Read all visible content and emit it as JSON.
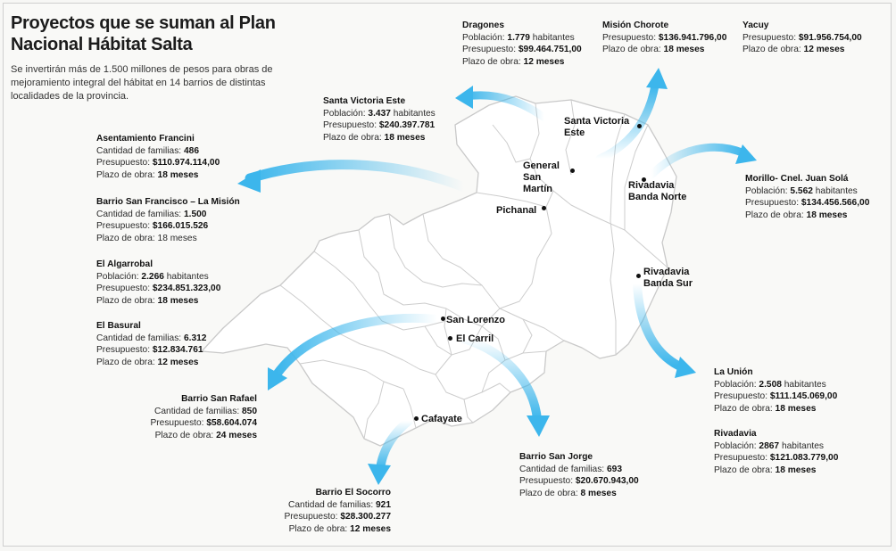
{
  "header": {
    "title": "Proyectos que se suman al Plan Nacional Hábitat Salta",
    "subtitle": "Se invertirán más de 1.500 millones de pesos para obras de mejoramiento integral del hábitat en 14 barrios de distintas localidades de la provincia."
  },
  "colors": {
    "arrow": "#3cb6ec",
    "arrow_light": "#bfe6f8",
    "map_stroke": "#cfcfcf",
    "map_fill": "#ffffff",
    "text": "#1c1c1c"
  },
  "places": {
    "santa_victoria": "Santa Victoria Este",
    "general_san_martin": "General San Martín",
    "pichanal": "Pichanal",
    "rivadavia_norte": "Rivadavia Banda Norte",
    "rivadavia_sur": "Rivadavia Banda Sur",
    "san_lorenzo": "San Lorenzo",
    "el_carril": "El Carril",
    "cafayate": "Cafayate"
  },
  "projects": {
    "dragones": {
      "name": "Dragones",
      "r1_label": "Población:",
      "r1_value": "1.779",
      "r1_suffix": "habitantes",
      "r2_label": "Presupuesto:",
      "r2_value": "$99.464.751,00",
      "r3_label": "Plazo de obra:",
      "r3_value": "12 meses"
    },
    "mision_chorote": {
      "name": "Misión Chorote",
      "r1_label": "Presupuesto:",
      "r1_value": "$136.941.796,00",
      "r2_label": "Plazo de obra:",
      "r2_value": "18 meses"
    },
    "yacuy": {
      "name": "Yacuy",
      "r1_label": "Presupuesto:",
      "r1_value": "$91.956.754,00",
      "r2_label": "Plazo de obra:",
      "r2_value": "12 meses"
    },
    "santa_victoria_este": {
      "name": "Santa Victoria Este",
      "r1_label": "Población:",
      "r1_value": "3.437",
      "r1_suffix": "habitantes",
      "r2_label": "Presupuesto:",
      "r2_value": "$240.397.781",
      "r3_label": "Plazo de obra:",
      "r3_value": "18 meses"
    },
    "morillo": {
      "name": "Morillo- Cnel. Juan Solá",
      "r1_label": "Población:",
      "r1_value": "5.562",
      "r1_suffix": "habitantes",
      "r2_label": "Presupuesto:",
      "r2_value": "$134.456.566,00",
      "r3_label": "Plazo de obra:",
      "r3_value": "18 meses"
    },
    "francini": {
      "name": "Asentamiento Francini",
      "r1_label": "Cantidad de familias:",
      "r1_value": "486",
      "r2_label": "Presupuesto:",
      "r2_value": "$110.974.114,00",
      "r3_label": "Plazo de obra:",
      "r3_value": "18 meses"
    },
    "san_francisco": {
      "name": "Barrio San Francisco – La Misión",
      "r1_label": "Cantidad de familias:",
      "r1_value": "1.500",
      "r2_label": "Presupuesto:",
      "r2_value": "$166.015.526",
      "r3_label": "Plazo de obra: 18 meses"
    },
    "algarrobal": {
      "name": "El Algarrobal",
      "r1_label": "Población:",
      "r1_value": "2.266",
      "r1_suffix": "habitantes",
      "r2_label": "Presupuesto:",
      "r2_value": "$234.851.323,00",
      "r3_label": "Plazo de obra:",
      "r3_value": "18 meses"
    },
    "basural": {
      "name": "El Basural",
      "r1_label": "Cantidad de familias:",
      "r1_value": "6.312",
      "r2_label": "Presupuesto:",
      "r2_value": "$12.834.761",
      "r3_label": "Plazo de obra:",
      "r3_value": "12 meses"
    },
    "san_rafael": {
      "name": "Barrio San Rafael",
      "r1_label": "Cantidad de familias:",
      "r1_value": "850",
      "r2_label": "Presupuesto:",
      "r2_value": "$58.604.074",
      "r3_label": "Plazo de obra:",
      "r3_value": "24 meses"
    },
    "la_union": {
      "name": "La Unión",
      "r1_label": "Población:",
      "r1_value": "2.508",
      "r1_suffix": "habitantes",
      "r2_label": "Presupuesto:",
      "r2_value": "$111.145.069,00",
      "r3_label": "Plazo de obra:",
      "r3_value": "18 meses"
    },
    "rivadavia": {
      "name": "Rivadavia",
      "r1_label": "Población:",
      "r1_value": "2867",
      "r1_suffix": "habitantes",
      "r2_label": "Presupuesto:",
      "r2_value": "$121.083.779,00",
      "r3_label": "Plazo de obra:",
      "r3_value": "18 meses"
    },
    "san_jorge": {
      "name": "Barrio San Jorge",
      "r1_label": "Cantidad de familias:",
      "r1_value": "693",
      "r2_label": "Presupuesto:",
      "r2_value": "$20.670.943,00",
      "r3_label": "Plazo de obra:",
      "r3_value": "8 meses"
    },
    "el_socorro": {
      "name": "Barrio El Socorro",
      "r1_label": "Cantidad de familias:",
      "r1_value": "921",
      "r2_label": "Presupuesto:",
      "r2_value": "$28.300.277",
      "r3_label": "Plazo de obra:",
      "r3_value": "12 meses"
    }
  }
}
